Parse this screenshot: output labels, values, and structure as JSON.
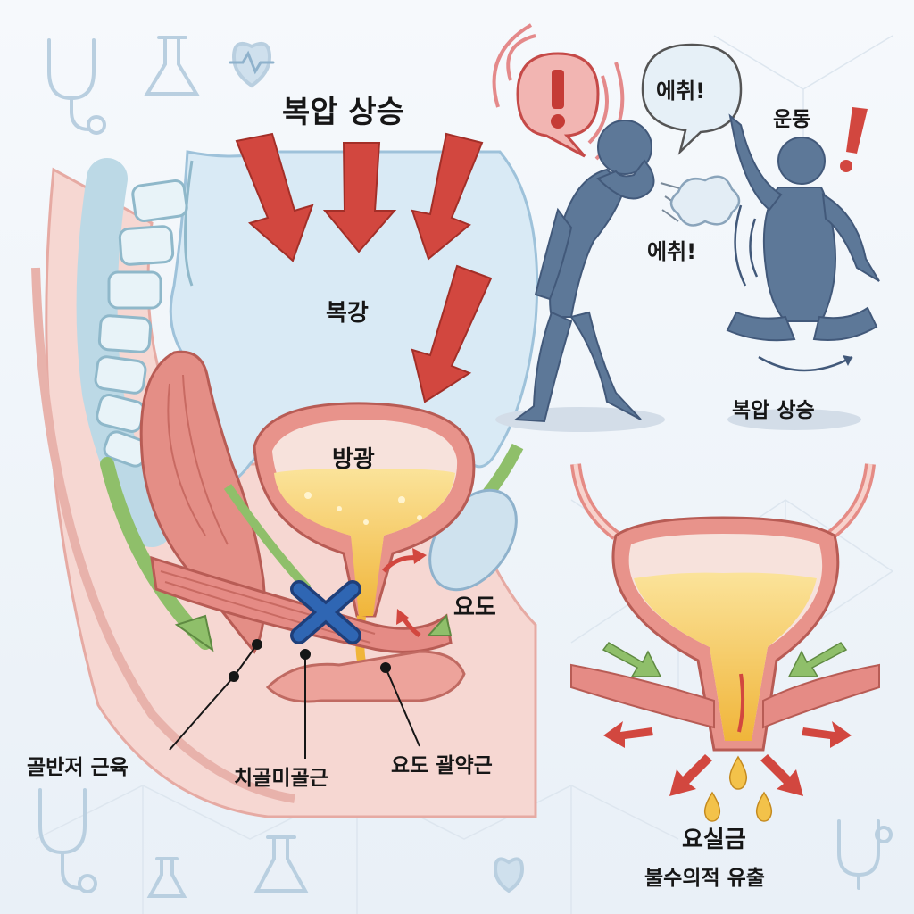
{
  "colors": {
    "arrow_red": "#d2473f",
    "muscle_pink": "#e58b85",
    "urine_yellow": "#f3c24a",
    "figure_blue": "#5d7898",
    "ligament_green": "#8fbf6a",
    "leak_x_blue": "#2f66b3",
    "spine_blue": "#bcd9e6"
  },
  "title": "복압 상승",
  "labels": {
    "abdominal_cavity": "복강",
    "bladder": "방광",
    "urethra": "요도",
    "pelvic_floor": "골반저 근육",
    "pubococcygeus": "치골미골근",
    "urethral_sphincter": "요도 괄약근"
  },
  "activities": {
    "sneeze_bubble": "에취!",
    "sneeze_text": "에취!",
    "exercise": "운동",
    "pressure_caption": "복압 상승"
  },
  "leak": {
    "title": "요실금",
    "subtitle": "불수의적 유출"
  },
  "icons": [
    "stethoscope-icon",
    "flask-icon",
    "heart-pulse-icon",
    "exclamation-icon",
    "cross-mark-icon",
    "sneeze-puff-icon"
  ]
}
